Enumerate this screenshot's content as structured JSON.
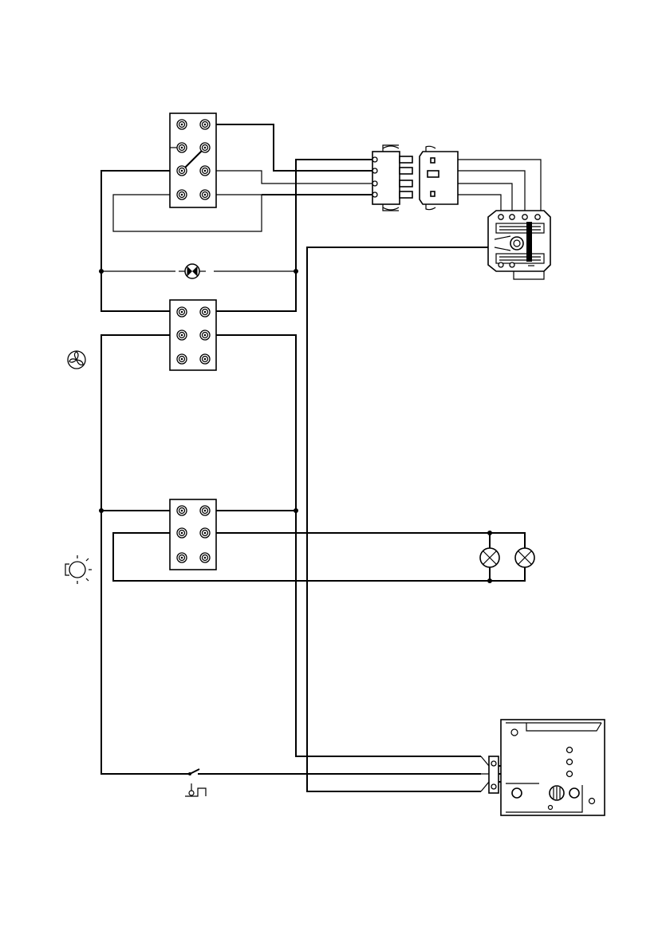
{
  "diagram": {
    "type": "wiring-schematic",
    "background": "#ffffff",
    "ink": "#000000",
    "components": [
      {
        "name": "switch-block-top",
        "kind": "switch-block"
      },
      {
        "name": "switch-block-middle",
        "kind": "switch-block"
      },
      {
        "name": "switch-block-bottom",
        "kind": "switch-block"
      },
      {
        "name": "indicator-lamp",
        "kind": "lamp"
      },
      {
        "name": "plug-connector",
        "kind": "connector"
      },
      {
        "name": "motor-capacitor-unit",
        "kind": "motor"
      },
      {
        "name": "light-bulb-left",
        "kind": "lamp"
      },
      {
        "name": "light-bulb-right",
        "kind": "lamp"
      },
      {
        "name": "terminal-board",
        "kind": "terminal-board"
      },
      {
        "name": "door-switch",
        "kind": "switch"
      }
    ],
    "icons": [
      "fan-icon",
      "light-icon",
      "door-switch-icon"
    ]
  }
}
